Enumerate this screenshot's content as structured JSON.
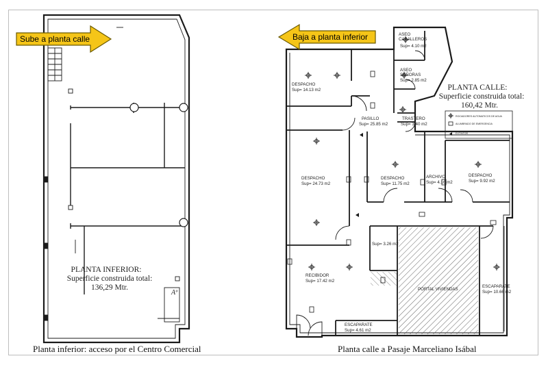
{
  "left_plan": {
    "arrow_label": "Sube a planta calle",
    "title": "PLANTA INFERIOR:",
    "area_line1": "Superficie construida total:",
    "area_line2": "136,29 Mtr.",
    "caption": "Planta inferior: acceso por el Centro Comercial",
    "mark": "Aº"
  },
  "right_plan": {
    "arrow_label": "Baja a planta inferior",
    "title": "PLANTA CALLE:",
    "area_line1": "Superficie construida total:",
    "area_line2": "160,42 Mtr.",
    "caption": "Planta calle a Pasaje Marceliano Isábal",
    "legend": [
      "ROCIADORES AUTOMATICOS DE AGUA",
      "ALUMBRADO DE EMERGENCIA",
      "EXTINTOR"
    ],
    "rooms": [
      {
        "name": "ASEO CABALLEROS",
        "name_short": "ASEO",
        "name_extra": "CABALLEROS",
        "area": "Sup= 4.10 m2"
      },
      {
        "name": "ASEO",
        "name_extra": "SEÑORAS",
        "area": "Sup= 2.85 m2"
      },
      {
        "name": "DESPACHO",
        "area": "Sup= 14.13 m2"
      },
      {
        "name": "PASILLO",
        "area": "Sup= 25.85 m2"
      },
      {
        "name": "TRASTERO",
        "area": "Sup= 3.40 m2"
      },
      {
        "name": "DESPACHO",
        "area": "Sup= 24.73 m2"
      },
      {
        "name": "DESPACHO",
        "area": "Sup= 11.75 m2"
      },
      {
        "name": "ARCHIVO",
        "area": "Sup= 4.16 m2"
      },
      {
        "name": "DESPACHO",
        "area": "Sup= 9.92 m2"
      },
      {
        "name": "",
        "area": "Sup= 3.26 m2"
      },
      {
        "name": "RECIBIDOR",
        "area": "Sup= 17.42 m2"
      },
      {
        "name": "PORTAL VIVIENDAS",
        "area": ""
      },
      {
        "name": "ESCAPARATE",
        "area": "Sup= 10.66 m2"
      },
      {
        "name": "ESCAPARATE",
        "area": "Sup= 4.61 m2"
      }
    ]
  },
  "colors": {
    "arrow_fill": "#f5c518",
    "arrow_stroke": "#6b5a00",
    "wall": "#1a1a1a"
  }
}
